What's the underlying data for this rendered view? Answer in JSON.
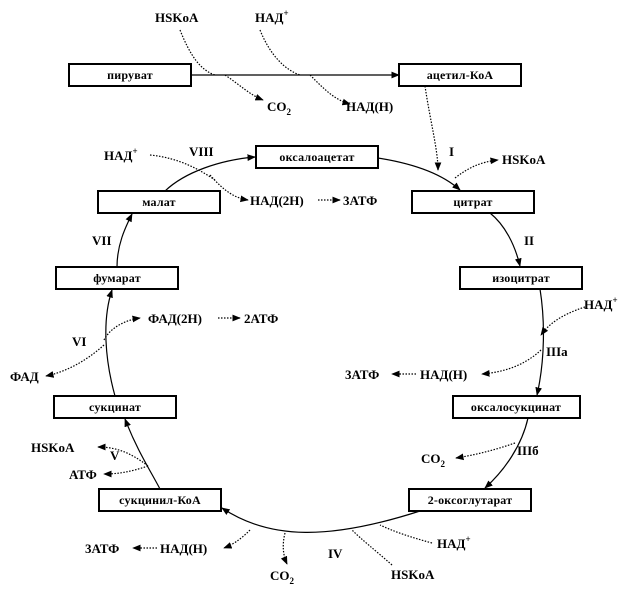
{
  "boxes": {
    "pyruvate": "пируват",
    "acetyl_coa": "ацетил-КоА",
    "oxaloacetate": "оксалоацетат",
    "citrate": "цитрат",
    "isocitrate": "изоцитрат",
    "oxalosuccinate": "оксалосукцинат",
    "alpha_ketoglutarate": "2-оксоглутарат",
    "succinyl_coa": "сукцинил-КоА",
    "succinate": "сукцинат",
    "fumarate": "фумарат",
    "malate": "малат"
  },
  "labels": {
    "hskoa_top": "HSKoA",
    "nad_top": "НАД",
    "co2_top": "CO",
    "nadh_top": "НАД(Н)",
    "nad_viii": "НАД",
    "nad2h_viii": "НАД(2Н)",
    "atp3_viii": "3АТФ",
    "hskoa_i": "HSKoA",
    "nad_iiia": "НАД",
    "atp3_iiia": "3АТФ",
    "nadh_iiia": "НАД(Н)",
    "co2_iiib": "CO",
    "nad_iv": "НАД",
    "hskoa_iv": "HSKoA",
    "co2_iv": "CO",
    "atp3_iv": "3АТФ",
    "nadh_iv": "НАД(Н)",
    "hskoa_v": "HSKoA",
    "atp_v": "АТФ",
    "fadh2_vi": "ФАД(2Н)",
    "atp2_vi": "2АТФ",
    "fad_vi": "ФАД",
    "plus": "+",
    "sub2": "2"
  },
  "steps": {
    "i": "I",
    "ii": "II",
    "iiia": "IIIа",
    "iiib": "IIIб",
    "iv": "IV",
    "v": "V",
    "vi": "VI",
    "vii": "VII",
    "viii": "VIII"
  }
}
